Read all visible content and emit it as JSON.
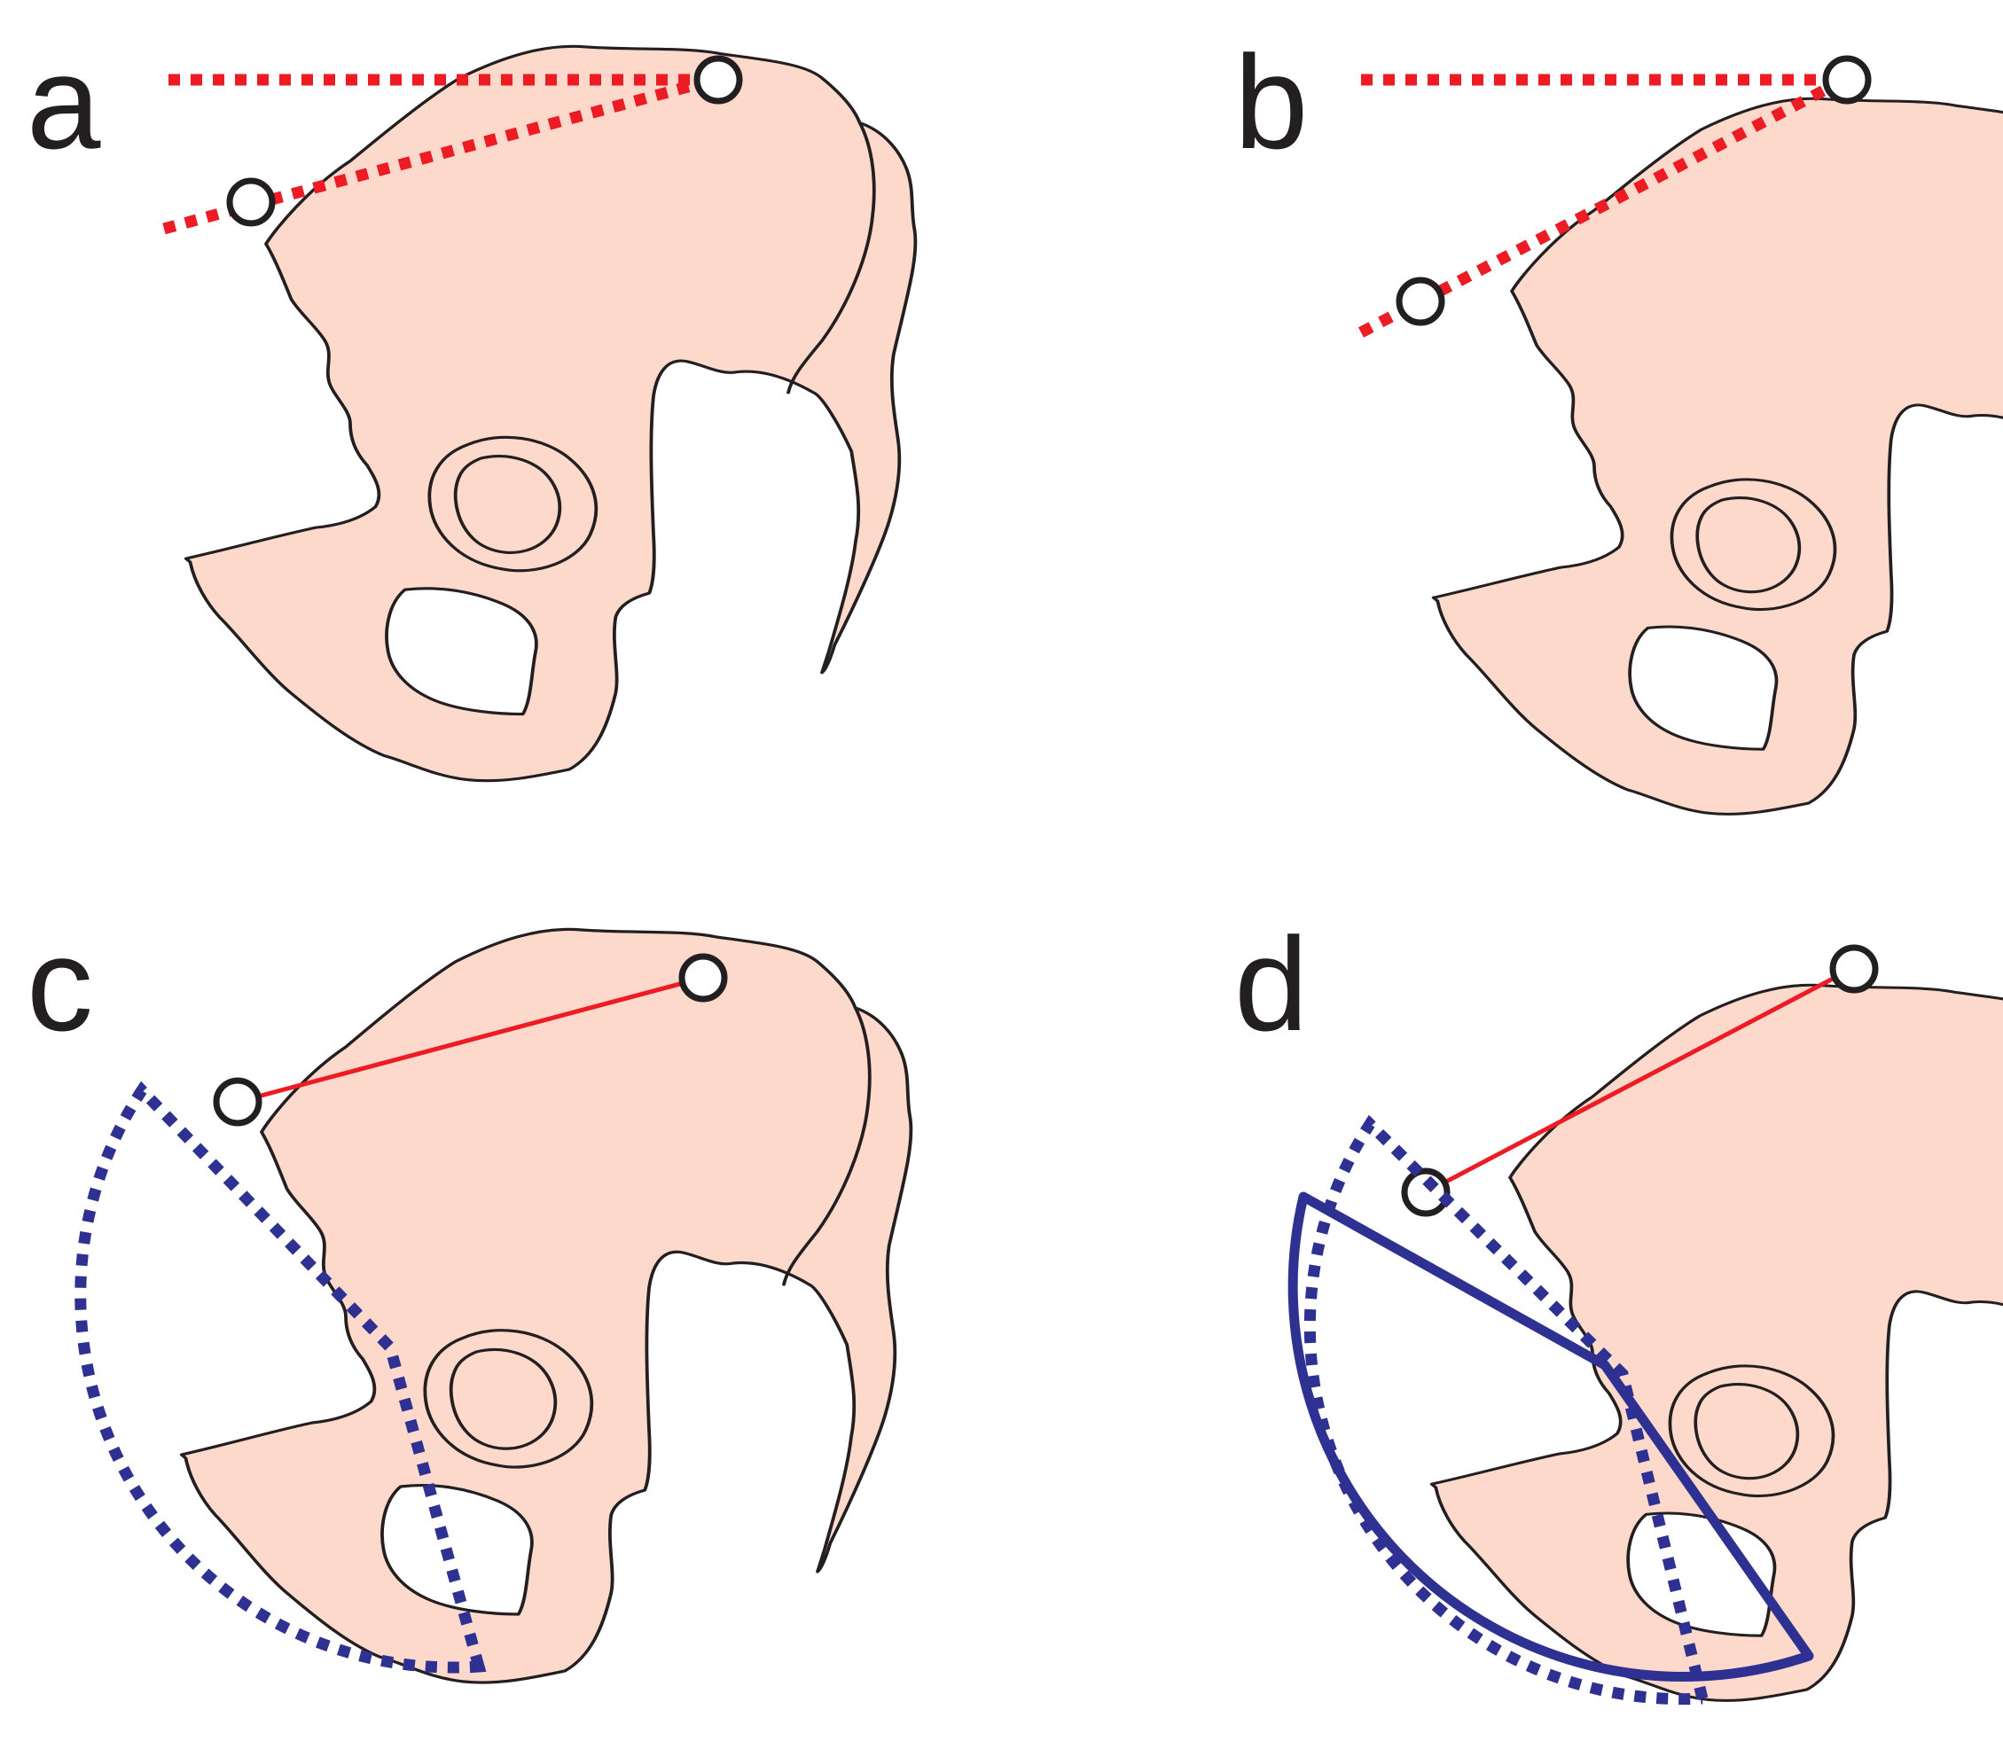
{
  "panels": [
    {
      "id": "a",
      "label": "a"
    },
    {
      "id": "b",
      "label": "b"
    },
    {
      "id": "c",
      "label": "c"
    },
    {
      "id": "d",
      "label": "d"
    }
  ],
  "colors": {
    "bone_fill": "#fdd9cc",
    "outline": "#231f20",
    "reference_line": "#ed1c24",
    "coverage_sector": "#2e3192"
  }
}
